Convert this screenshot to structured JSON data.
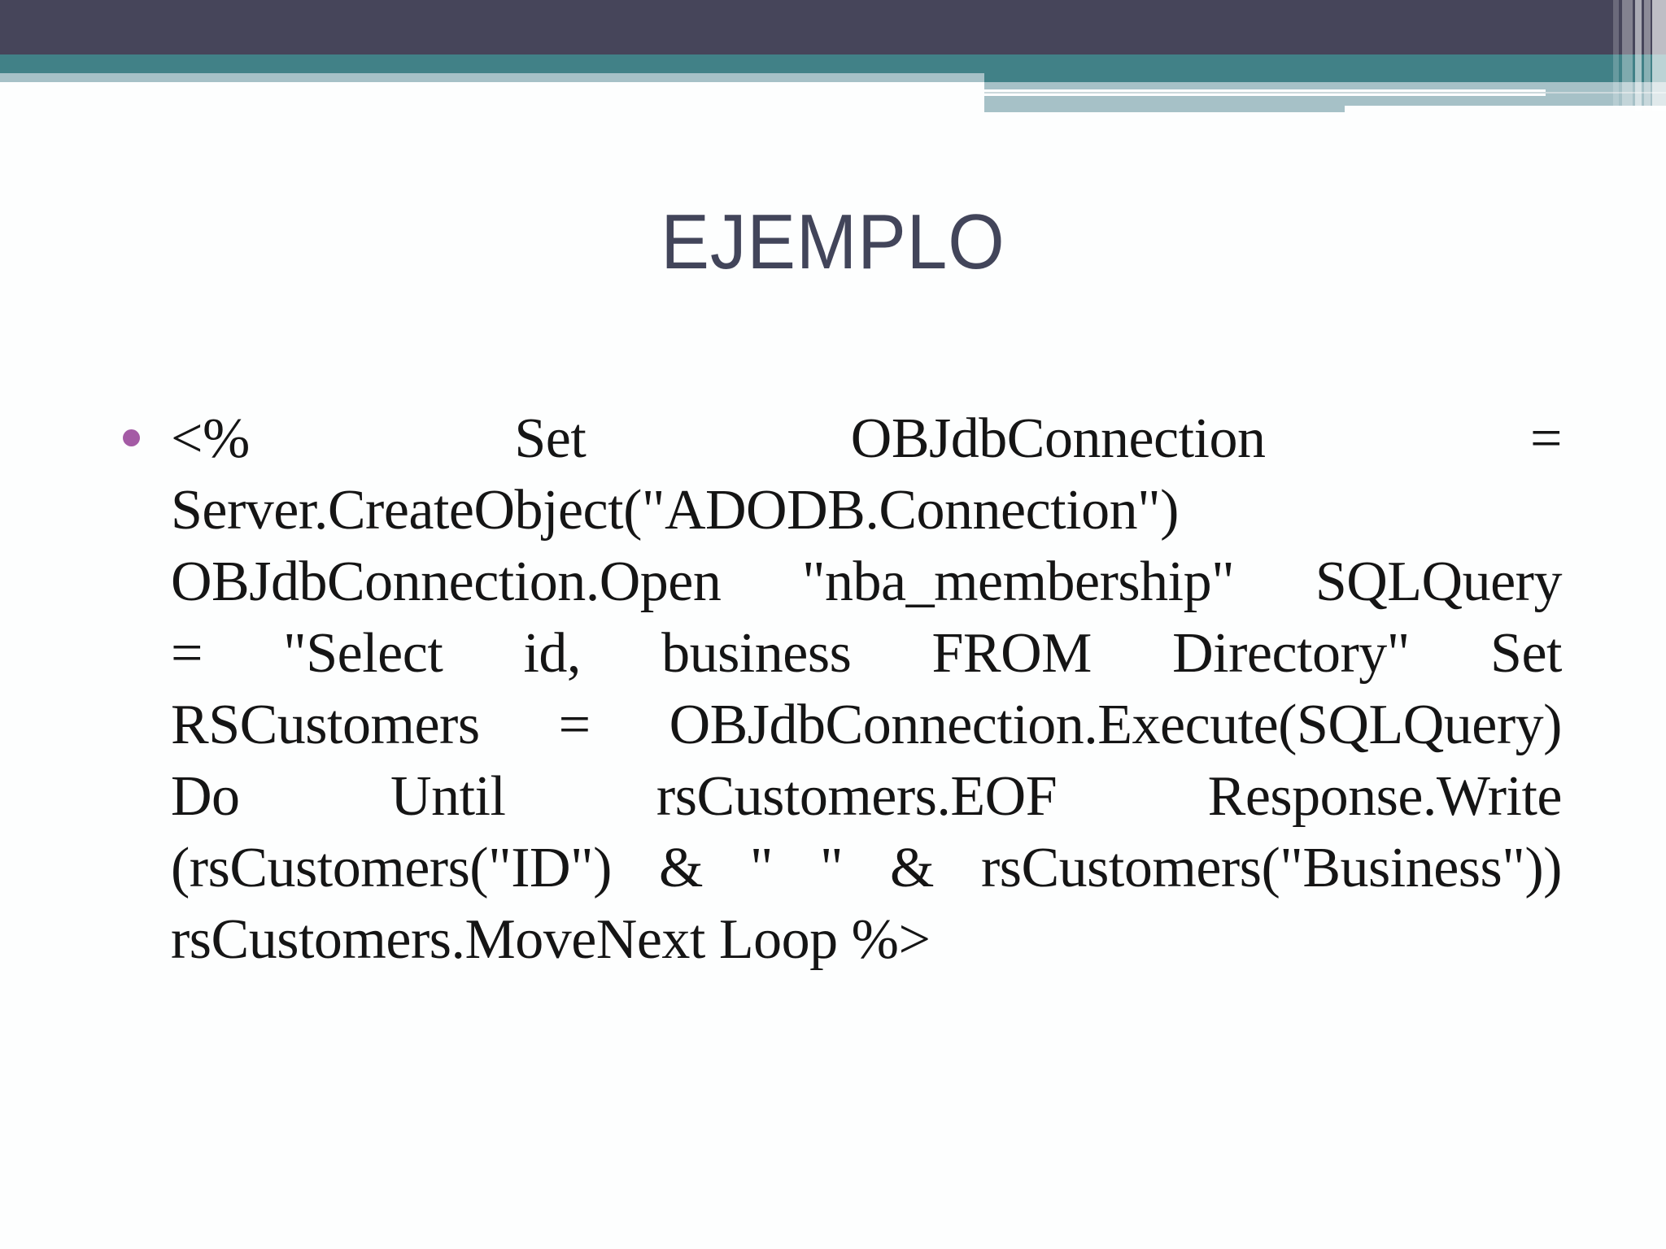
{
  "slide": {
    "title": "EJEMPLO",
    "bullet_glyph": "•"
  },
  "body": {
    "lines": [
      {
        "justify": true,
        "words": [
          "<%",
          "Set",
          "OBJdbConnection",
          "="
        ]
      },
      {
        "justify": false,
        "words": [
          "Server.CreateObject(\"ADODB.Connection\")"
        ]
      },
      {
        "justify": true,
        "words": [
          "OBJdbConnection.Open",
          "\"nba_membership\"",
          "SQLQuery"
        ]
      },
      {
        "justify": true,
        "words": [
          "=",
          "\"Select",
          "id,",
          "business",
          "FROM",
          "Directory\"",
          "Set"
        ]
      },
      {
        "justify": true,
        "words": [
          "RSCustomers",
          "=",
          "OBJdbConnection.Execute(SQLQuery)"
        ]
      },
      {
        "justify": true,
        "words": [
          "Do",
          "Until",
          "rsCustomers.EOF",
          "Response.Write"
        ]
      },
      {
        "justify": true,
        "words": [
          "(rsCustomers(\"ID\")",
          "&",
          "\"",
          "\"",
          "&",
          "rsCustomers(\"Business\"))"
        ]
      },
      {
        "justify": false,
        "words": [
          "rsCustomers.MoveNext",
          "Loop",
          "%>"
        ]
      }
    ]
  },
  "theme": {
    "colors": {
      "dark": "#46455a",
      "teal": "#418187",
      "lightblue": "#a6c1c7",
      "faintline": "#ccd9dc",
      "titlecolor": "#42455a",
      "bulletcolor": "#a45ba5",
      "textcolor": "#151515",
      "pagebg": "#fdfefe"
    }
  }
}
